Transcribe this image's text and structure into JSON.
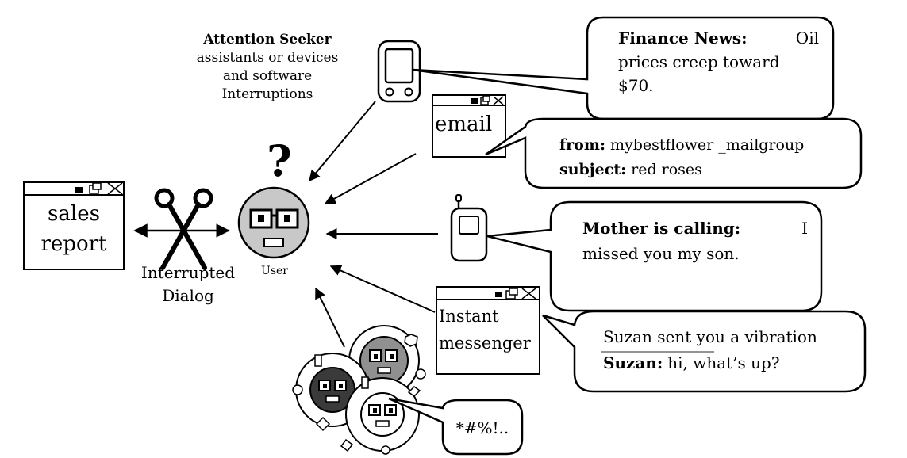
{
  "attention_seeker": {
    "title": "Attention Seeker",
    "lines": [
      "assistants or devices",
      "and software",
      "Interruptions"
    ]
  },
  "sales_window": {
    "lines": [
      "sales",
      "report"
    ]
  },
  "interrupted": {
    "lines": [
      "Interrupted",
      "Dialog"
    ]
  },
  "user": {
    "mark": "?",
    "label": "User"
  },
  "email_window": {
    "title": "email"
  },
  "messenger_window": {
    "lines": [
      "Instant",
      "messenger"
    ]
  },
  "bubbles": {
    "finance": {
      "bold": "Finance News:",
      "lines": [
        "Oil",
        "prices creep toward",
        "$70."
      ]
    },
    "email": {
      "from_label": "from:",
      "from_value": "mybestflower _mailgroup",
      "subject_label": "subject:",
      "subject_value": "red  roses"
    },
    "mother": {
      "bold": "Mother is calling:",
      "lines": [
        "I",
        "missed you my son."
      ]
    },
    "messenger": {
      "line1": "Suzan sent you a vibration",
      "bold": "Suzan:",
      "line2": "hi, what’s up?"
    },
    "curse": {
      "text": "*#%!.."
    }
  },
  "colors": {
    "user_face": "#c8c8c8",
    "dark_face": "#3a3a3a",
    "mid_face": "#909090",
    "outline": "#000000"
  }
}
